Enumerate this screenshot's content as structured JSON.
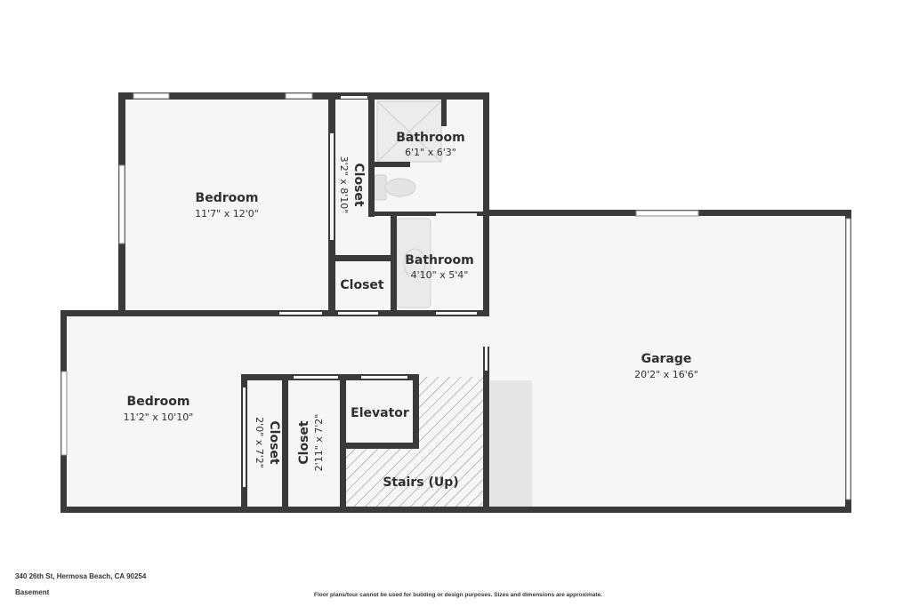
{
  "rooms": {
    "bedroom_1": {
      "name": "Bedroom",
      "dims": "11'7\" x 12'0\""
    },
    "closet_1": {
      "name": "Closet",
      "dims": "3'2\" x 8'10\""
    },
    "bathroom_1": {
      "name": "Bathroom",
      "dims": "6'1\" x 6'3\""
    },
    "bathroom_2": {
      "name": "Bathroom",
      "dims": "4'10\" x 5'4\""
    },
    "closet_2": {
      "name": "Closet"
    },
    "garage": {
      "name": "Garage",
      "dims": "20'2\" x 16'6\""
    },
    "bedroom_2": {
      "name": "Bedroom",
      "dims": "11'2\" x 10'10\""
    },
    "closet_3": {
      "name": "Closet",
      "dims": "2'0\" x 7'2\""
    },
    "closet_4": {
      "name": "Closet",
      "dims": "2'11\" x 7'2\""
    },
    "elevator": {
      "name": "Elevator"
    },
    "stairs": {
      "name": "Stairs (Up)"
    }
  },
  "footer": {
    "address": "340 26th St, Hermosa Beach, CA 90254",
    "floor": "Basement",
    "disclaimer": "Floor plans/tour cannot be used for building or design purposes. Sizes and dimensions are approximate."
  },
  "colors": {
    "wall": "#3a3a3a",
    "floor": "#f6f6f6",
    "window": "#ffffff",
    "parking": "#e6e6e6",
    "text": "#2f2f2f"
  }
}
